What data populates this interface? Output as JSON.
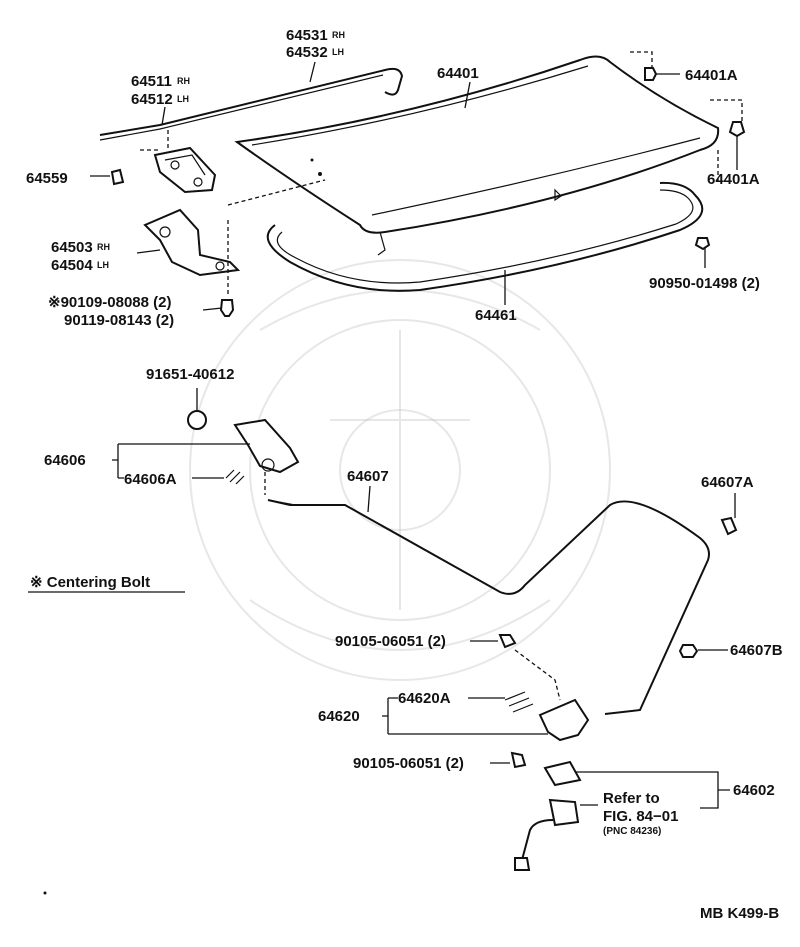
{
  "labels": {
    "p64531": "64531",
    "p64531_side": "RH",
    "p64532": "64532",
    "p64532_side": "LH",
    "p64401": "64401",
    "p64401A_top": "64401A",
    "p64511": "64511",
    "p64511_side": "RH",
    "p64512": "64512",
    "p64512_side": "LH",
    "p64401A_right": "64401A",
    "p64559": "64559",
    "p64503": "64503",
    "p64503_side": "RH",
    "p64504": "64504",
    "p64504_side": "LH",
    "p90950": "90950-01498 (2)",
    "p90109": "※90109-08088 (2)",
    "p90119": "90119-08143 (2)",
    "p64461": "64461",
    "p91651": "91651-40612",
    "p64606": "64606",
    "p64606A": "64606A",
    "p64607": "64607",
    "p64607A": "64607A",
    "centering_bolt": "※ Centering Bolt",
    "p90105_a": "90105-06051 (2)",
    "p64607B": "64607B",
    "p64620": "64620",
    "p64620A": "64620A",
    "p90105_b": "90105-06051 (2)",
    "p64602": "64602",
    "refer_line1": "Refer to",
    "refer_line2": "FIG. 84−01",
    "refer_line3": "(PNC 84236)",
    "drawing_code": "MB K499-B"
  }
}
